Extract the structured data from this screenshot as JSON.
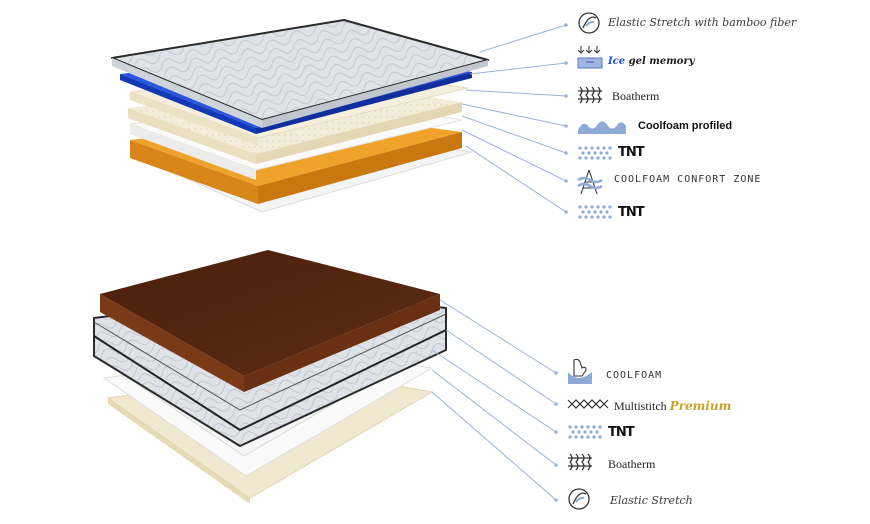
{
  "top_stack": {
    "labels": [
      {
        "text": "Elastic Stretch with bamboo fiber",
        "icon": "bamboo-fiber-icon"
      },
      {
        "text_ice": "Ice",
        "text_rest": " gel memory",
        "icon": "gel-memory-icon"
      },
      {
        "text": "Boatherm",
        "icon": "boatherm-icon"
      },
      {
        "text": "Coolfoam profiled",
        "icon": "profiled-wave-icon"
      },
      {
        "text": "TNT",
        "icon": "tnt-dots-icon"
      },
      {
        "text": "COOLFOAM CONFORT ZONE",
        "icon": "comfort-zone-icon"
      },
      {
        "text": "TNT",
        "icon": "tnt-dots-icon"
      }
    ]
  },
  "bottom_stack": {
    "labels": [
      {
        "text": "COOLFOAM",
        "icon": "coolfoam-hand-icon"
      },
      {
        "text": "Multistitch",
        "text_accent": "Premium",
        "icon": "multistitch-icon"
      },
      {
        "text": "TNT",
        "icon": "tnt-dots-icon"
      },
      {
        "text": "Boatherm",
        "icon": "boatherm-icon"
      },
      {
        "text": "Elastic Stretch",
        "icon": "bamboo-fiber-icon"
      }
    ]
  },
  "colors": {
    "quilt": "#dcdfe4",
    "gel_blue": "#1b46d8",
    "cream_foam": "#f1e9d2",
    "orange_foam": "#e5951c",
    "brown_topper": "#5a2a12",
    "leader_line": "#9fb3d6",
    "icon_blue": "#8eaad6"
  }
}
